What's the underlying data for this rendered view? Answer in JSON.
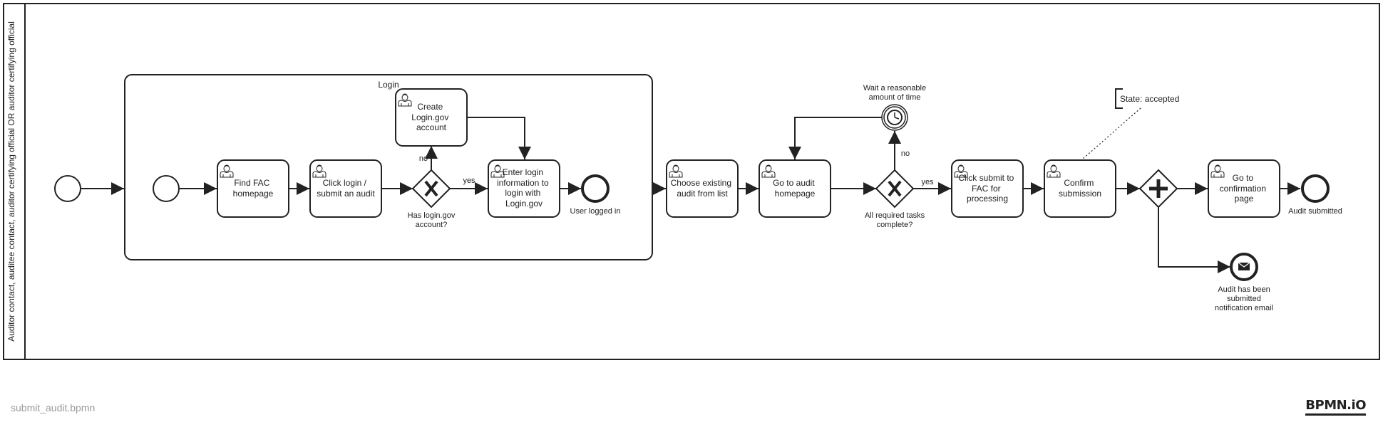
{
  "pool": {
    "lane_label": "Auditor contact, auditee contact, auditor certifying official OR auditor certifying official"
  },
  "subprocess": {
    "label": "Login"
  },
  "tasks": {
    "find_fac": [
      "Find FAC",
      "homepage"
    ],
    "click_login": [
      "Click login /",
      "submit an audit"
    ],
    "create_account": [
      "Create",
      "Login.gov",
      "account"
    ],
    "enter_login": [
      "Enter login",
      "information to",
      "login with",
      "Login.gov"
    ],
    "choose_audit": [
      "Choose existing",
      "audit from list"
    ],
    "audit_homepage": [
      "Go to audit",
      "homepage"
    ],
    "click_submit": [
      "Click submit to",
      "FAC for",
      "processing"
    ],
    "confirm": [
      "Confirm",
      "submission"
    ],
    "confirmation_page": [
      "Go to",
      "confirmation",
      "page"
    ]
  },
  "gateways": {
    "has_account": [
      "Has login.gov",
      "account?"
    ],
    "tasks_complete": [
      "All required tasks",
      "complete?"
    ]
  },
  "events": {
    "user_logged_in": "User logged in",
    "wait_timer": [
      "Wait a reasonable",
      "amount of time"
    ],
    "audit_submitted": "Audit submitted",
    "notification": [
      "Audit has been",
      "submitted",
      "notification email"
    ]
  },
  "flows": {
    "no_1": "no",
    "yes_1": "yes",
    "no_2": "no",
    "yes_2": "yes"
  },
  "annotation": {
    "text": "State: accepted"
  },
  "footer": {
    "filename": "submit_audit.bpmn",
    "brand": "BPMN.iO"
  }
}
